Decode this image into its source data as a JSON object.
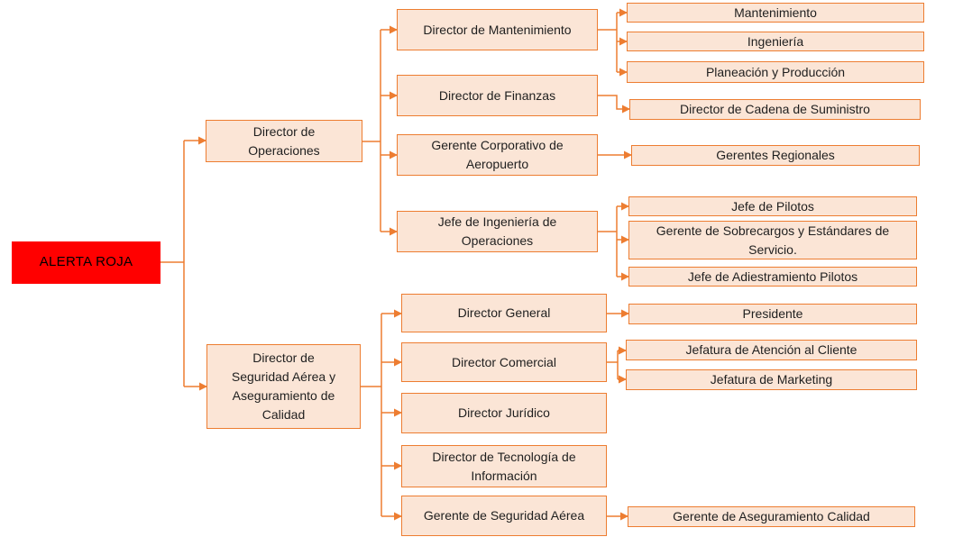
{
  "org": {
    "root": {
      "label": "ALERTA ROJA"
    },
    "branches": [
      {
        "label": "Director de Operaciones",
        "children": [
          {
            "label": "Director de Mantenimiento",
            "children": [
              {
                "label": "Mantenimiento"
              },
              {
                "label": "Ingeniería"
              },
              {
                "label": "Planeación y Producción"
              }
            ]
          },
          {
            "label": "Director de Finanzas",
            "children": [
              {
                "label": "Director de Cadena de Suministro"
              }
            ]
          },
          {
            "label": "Gerente Corporativo de Aeropuerto",
            "children": [
              {
                "label": "Gerentes Regionales"
              }
            ]
          },
          {
            "label": "Jefe de Ingeniería de Operaciones",
            "children": [
              {
                "label": "Jefe de Pilotos"
              },
              {
                "label": "Gerente de Sobrecargos y Estándares de Servicio."
              },
              {
                "label": "Jefe de Adiestramiento Pilotos"
              }
            ]
          }
        ]
      },
      {
        "label": "Director de Seguridad Aérea y Aseguramiento de Calidad",
        "children": [
          {
            "label": "Director General",
            "children": [
              {
                "label": "Presidente"
              }
            ]
          },
          {
            "label": "Director Comercial",
            "children": [
              {
                "label": "Jefatura de Atención al Cliente"
              },
              {
                "label": "Jefatura de Marketing"
              }
            ]
          },
          {
            "label": "Director Jurídico",
            "children": []
          },
          {
            "label": "Director de Tecnología de Información",
            "children": []
          },
          {
            "label": "Gerente de Seguridad Aérea",
            "children": [
              {
                "label": "Gerente de Aseguramiento Calidad"
              }
            ]
          }
        ]
      }
    ],
    "colors": {
      "connector": "#ED7D31",
      "node_fill": "#FBE5D6",
      "node_border": "#ED7D31",
      "alert_fill": "#FF0000",
      "alert_text": "#000000"
    }
  }
}
